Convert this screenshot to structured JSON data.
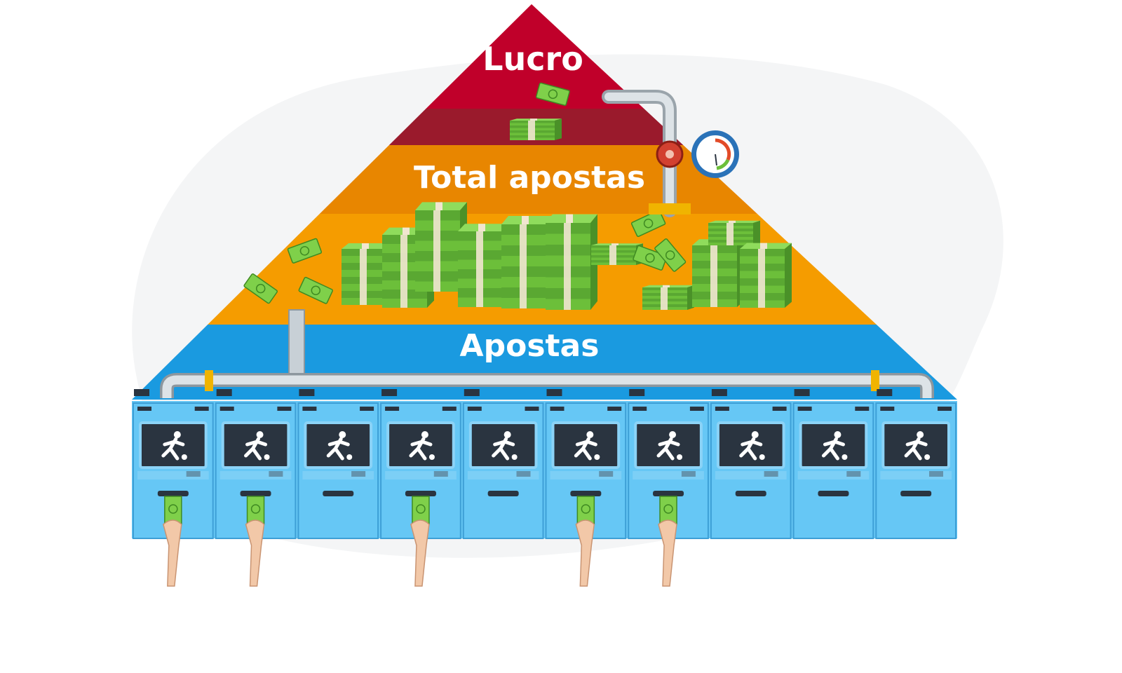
{
  "diagram": {
    "tiers": [
      {
        "key": "top",
        "label": "Lucro",
        "color": "#c0002a"
      },
      {
        "key": "middle",
        "label": "Total apostas",
        "color": "#e88600"
      },
      {
        "key": "base",
        "label": "Apostas",
        "color": "#1a9ae0"
      }
    ],
    "colors": {
      "top_band": "#9a1a2c",
      "middle_lower": "#f59c00",
      "machine_body": "#66c7f5",
      "machine_dark": "#2a3440",
      "money": "#6cbf3a",
      "pipe": "#c8d0d6"
    },
    "machines": [
      {
        "sport": "soccer-icon",
        "has_bet": true
      },
      {
        "sport": "cycling-icon",
        "has_bet": true
      },
      {
        "sport": "soccer-icon",
        "has_bet": false
      },
      {
        "sport": "soccer-icon",
        "has_bet": true
      },
      {
        "sport": "martial-arts-icon",
        "has_bet": false
      },
      {
        "sport": "volleyball-icon",
        "has_bet": true
      },
      {
        "sport": "baseball-icon",
        "has_bet": true
      },
      {
        "sport": "tennis-icon",
        "has_bet": false
      },
      {
        "sport": "soccer-icon",
        "has_bet": false
      },
      {
        "sport": "swimming-icon",
        "has_bet": false
      }
    ]
  }
}
